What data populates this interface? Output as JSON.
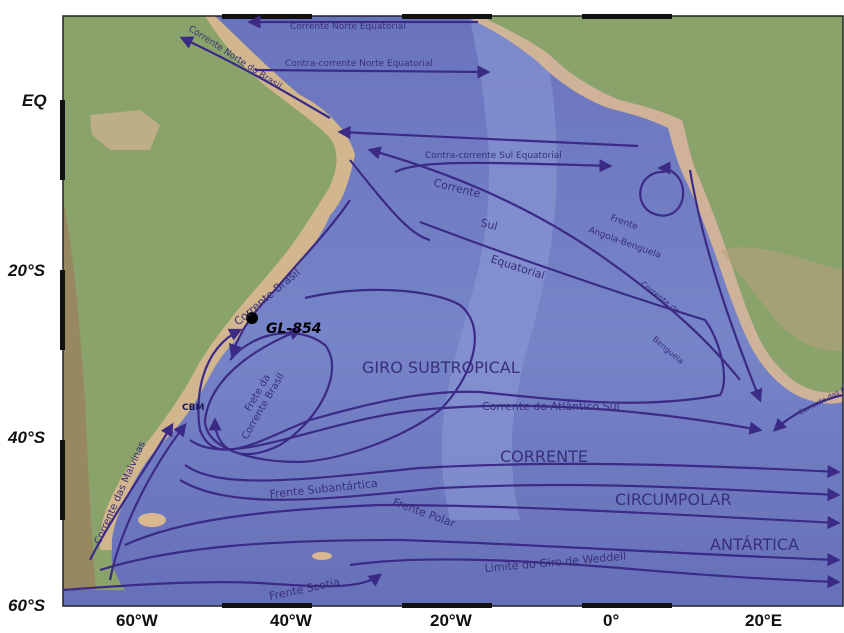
{
  "colors": {
    "ocean": "#6d78c0",
    "ocean_light": "#8fa0d6",
    "land": "#8aa36a",
    "land_dark": "#6f8c55",
    "coast": "#d9b892",
    "current": "#3b2a86",
    "label": "#3a2f7a"
  },
  "lat_labels": [
    "EQ",
    "20°S",
    "40°S",
    "60°S"
  ],
  "lon_labels": [
    "60°W",
    "40°W",
    "20°W",
    "0°",
    "20°E"
  ],
  "site": {
    "name": "GL-854"
  },
  "labels": {
    "corrente_norte_equatorial": "Corrente Norte Equatorial",
    "corrente_norte_brasil": "Corrente Norte do Brasil",
    "contra_norte": "Contra-corrente Norte Equatorial",
    "contra_sul": "Contra-corrente Sul Equatorial",
    "corrente": "Corrente",
    "sul": "Sul",
    "equatorial": "Equatorial",
    "frente": "Frente",
    "angola_benguela": "Angola-Benguela",
    "corrente_de": "Corrente de",
    "benguela": "Benguela",
    "corrente_brasil": "Corrente Brasil",
    "giro": "GIRO SUBTROPICAL",
    "frete_da": "Frete da",
    "corrente_brasil2": "Corrente Brasil",
    "cbm": "CBM",
    "atlantico_sul": "Corrente do Atlântico Sul",
    "agulhas": "Corrente das Agulhas",
    "malvinas": "Corrente das Malvinas",
    "acc1": "CORRENTE",
    "acc2": "CIRCUMPOLAR",
    "acc3": "ANTÁRTICA",
    "subantartica": "Frente Subantártica",
    "polar": "Frente Polar",
    "weddell": "Limite do Giro de Weddell",
    "scotia": "Frente Scotia"
  }
}
